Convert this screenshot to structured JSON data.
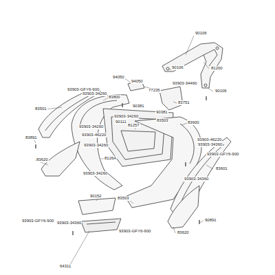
{
  "diagram": {
    "labels": [
      "90106",
      "90106",
      "81200",
      "94050",
      "94050",
      "77235",
      "90106",
      "93903-34460",
      "93903-GFY6-900",
      "93903-34260",
      "83800",
      "83751",
      "83501",
      "90381",
      "90381",
      "93903-34260",
      "90111",
      "83503",
      "83600",
      "81257",
      "93903-34260",
      "83891",
      "93903-46220",
      "93903-34260",
      "93903-46220",
      "93903-34360",
      "93903-GFY6-900",
      "83620",
      "8126A",
      "93903-34260",
      "83601",
      "93903-34360",
      "90152",
      "83503",
      "93903-GFY6-900",
      "93903-34360",
      "93903-GFY6-900",
      "90891",
      "83620",
      "64311"
    ]
  }
}
